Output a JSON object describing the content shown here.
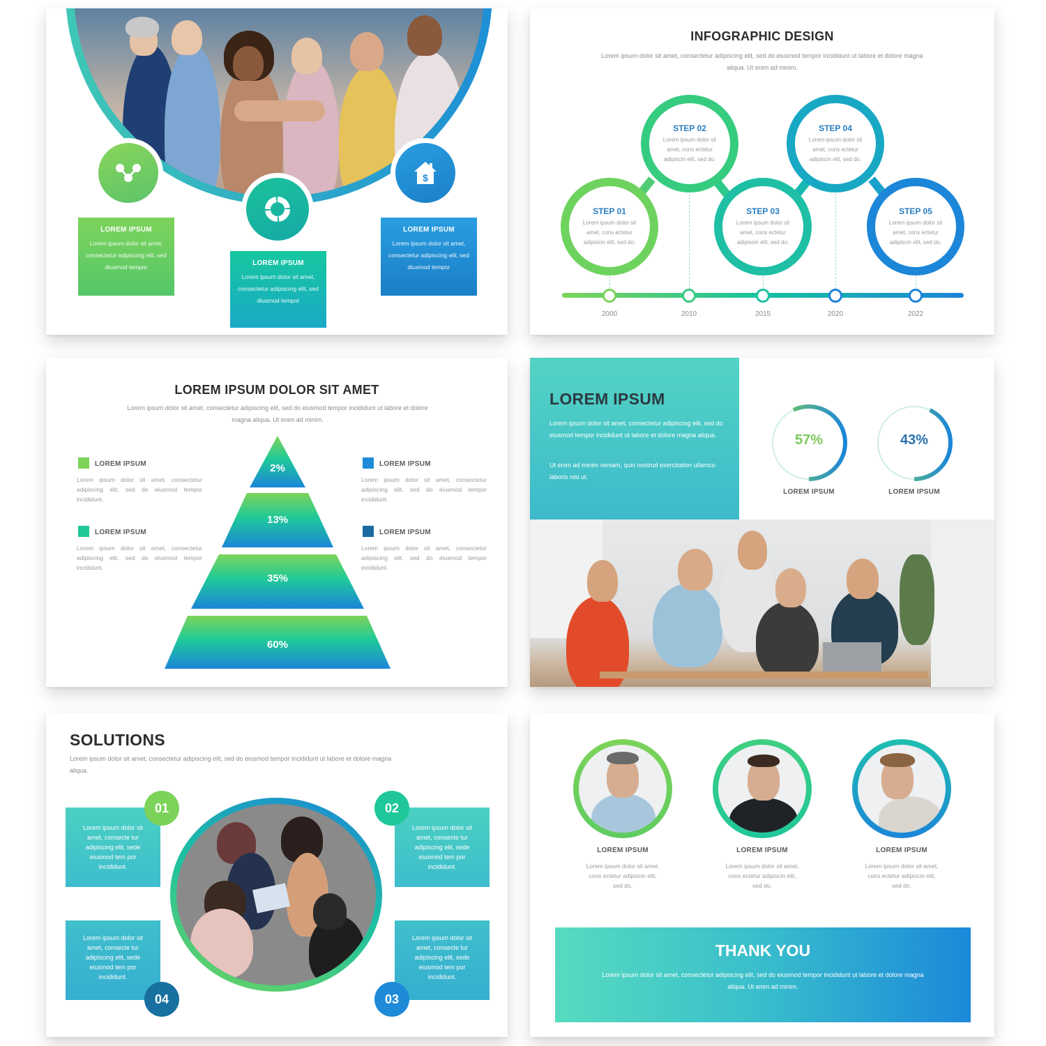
{
  "colors": {
    "green": "#6dcf5a",
    "teal": "#18c1a0",
    "cyan": "#2bb7c9",
    "blue": "#1e8ad8",
    "dark_blue": "#1670a8",
    "title_text": "#2d2d2d",
    "body_text": "#8c8c8c"
  },
  "slide1": {
    "icons": [
      "share-nodes-icon",
      "donut-cycle-icon",
      "house-dollar-icon"
    ],
    "cards": [
      {
        "title": "LOREM IPSUM",
        "body": "Lorem ipsum dolor sit amet, consectetur adipiscing elit, sed diusmod tempor"
      },
      {
        "title": "LOREM IPSUM",
        "body": "Lorem ipsum dolor sit amet, consectetur adipiscing elit, sed diusmod tempor"
      },
      {
        "title": "LOREM IPSUM",
        "body": "Lorem ipsum dolor sit amet, consectetur adipiscing elit, sed diusmod tempor"
      }
    ]
  },
  "slide2": {
    "title": "INFOGRAPHIC DESIGN",
    "subtitle": "Lorem ipsum dolor sit amet, consectetur adipiscing elit, sed do eiusmod tempor incididunt ut labore et dolore magna aliqua. Ut enim ad minim.",
    "steps": [
      {
        "label": "STEP 01",
        "body": "Lorem ipsum dolor sit amet, cons ectetur adipiscin elit, sed do.",
        "year": "2000"
      },
      {
        "label": "STEP 02",
        "body": "Lorem ipsum dolor sit amet, cons ectetur adipiscin elit, sed do.",
        "year": "2010"
      },
      {
        "label": "STEP 03",
        "body": "Lorem ipsum dolor sit amet, cons ectetur adipiscin elit, sed do.",
        "year": "2015"
      },
      {
        "label": "STEP 04",
        "body": "Lorem ipsum dolor sit amet, cons ectetur adipiscin elit, sed do.",
        "year": "2020"
      },
      {
        "label": "STEP 05",
        "body": "Lorem ipsum dolor sit amet, cons ectetur adipiscin elit, sed do.",
        "year": "2022"
      }
    ]
  },
  "slide3": {
    "title": "LOREM IPSUM DOLOR SIT AMET",
    "subtitle": "Lorem ipsum dolor sit amet, consectetur adipiscing elit, sed do eiusmod tempor incididunt ut labore et dolore magna aliqua. Ut enim ad minim.",
    "pyramid": [
      "2%",
      "13%",
      "35%",
      "60%"
    ],
    "legend": [
      {
        "title": "LOREM IPSUM",
        "body": "Lorem ipsum dolor sit amet, consectetur adipiscing elit, sed do eiusmod tempor incididunt.",
        "color": "#7dd35a"
      },
      {
        "title": "LOREM IPSUM",
        "body": "Lorem ipsum dolor sit amet, consectetur adipiscing elit, sed do eiusmod tempor incididunt.",
        "color": "#1fca98"
      },
      {
        "title": "LOREM IPSUM",
        "body": "Lorem ipsum dolor sit amet, consectetur adipiscing elit, sed do eiusmod tempor incididunt.",
        "color": "#1e8ad8"
      },
      {
        "title": "LOREM IPSUM",
        "body": "Lorem ipsum dolor sit amet, consectetur adipiscing elit, sed do eiusmod tempor incididunt.",
        "color": "#1a6aa0"
      }
    ]
  },
  "slide4": {
    "title": "LOREM IPSUM",
    "para1": "Lorem ipsum dolor sit amet, consectetur adipiscing elit, sed do eiusmod tempor incididunt ut labore et dolore magna aliqua.",
    "para2": "Ut enim ad minim veniam, quis nostrud exercitation ullamco laboris nisi ut.",
    "donuts": [
      {
        "value": "57%",
        "percent": 57,
        "label": "LOREM IPSUM",
        "text_color": "#7cc95a"
      },
      {
        "value": "43%",
        "percent": 43,
        "label": "LOREM IPSUM",
        "text_color": "#2a72b0"
      }
    ]
  },
  "slide5": {
    "title": "SOLUTIONS",
    "subtitle": "Lorem ipsum dolor sit amet, consectetur adipiscing elit, sed do eiusmod tempor incididunt ut labore et dolore magna aliqua.",
    "items": [
      {
        "num": "01",
        "body": "Lorem ipsum dolor sit amet, consecte tur adipiscing elit, sede eiusmod tem por incididunt."
      },
      {
        "num": "02",
        "body": "Lorem ipsum dolor sit amet, consecte tur adipiscing elit, sede eiusmod tem por incididunt."
      },
      {
        "num": "03",
        "body": "Lorem ipsum dolor sit amet, consecte tur adipiscing elit, sede eiusmod tem por incididunt."
      },
      {
        "num": "04",
        "body": "Lorem ipsum dolor sit amet, consecte tur adipiscing elit, sede eiusmod tem por incididunt."
      }
    ]
  },
  "slide6": {
    "team": [
      {
        "name": "LOREM IPSUM",
        "desc": "Lorem ipsum dolor sit amet, cons ectetur adipiscin elit, sed do."
      },
      {
        "name": "LOREM IPSUM",
        "desc": "Lorem ipsum dolor sit amet, cons ectetur adipiscin elit, sed do."
      },
      {
        "name": "LOREM IPSUM",
        "desc": "Lorem ipsum dolor sit amet, cons ectetur adipiscin elit, sed do."
      }
    ],
    "thank_you": "THANK YOU",
    "thank_you_body": "Lorem ipsum dolor sit amet, consectetur adipiscing elit, sed do eiusmod tempor incididunt ut labore et dolore magna aliqua. Ut enim ad minim."
  }
}
